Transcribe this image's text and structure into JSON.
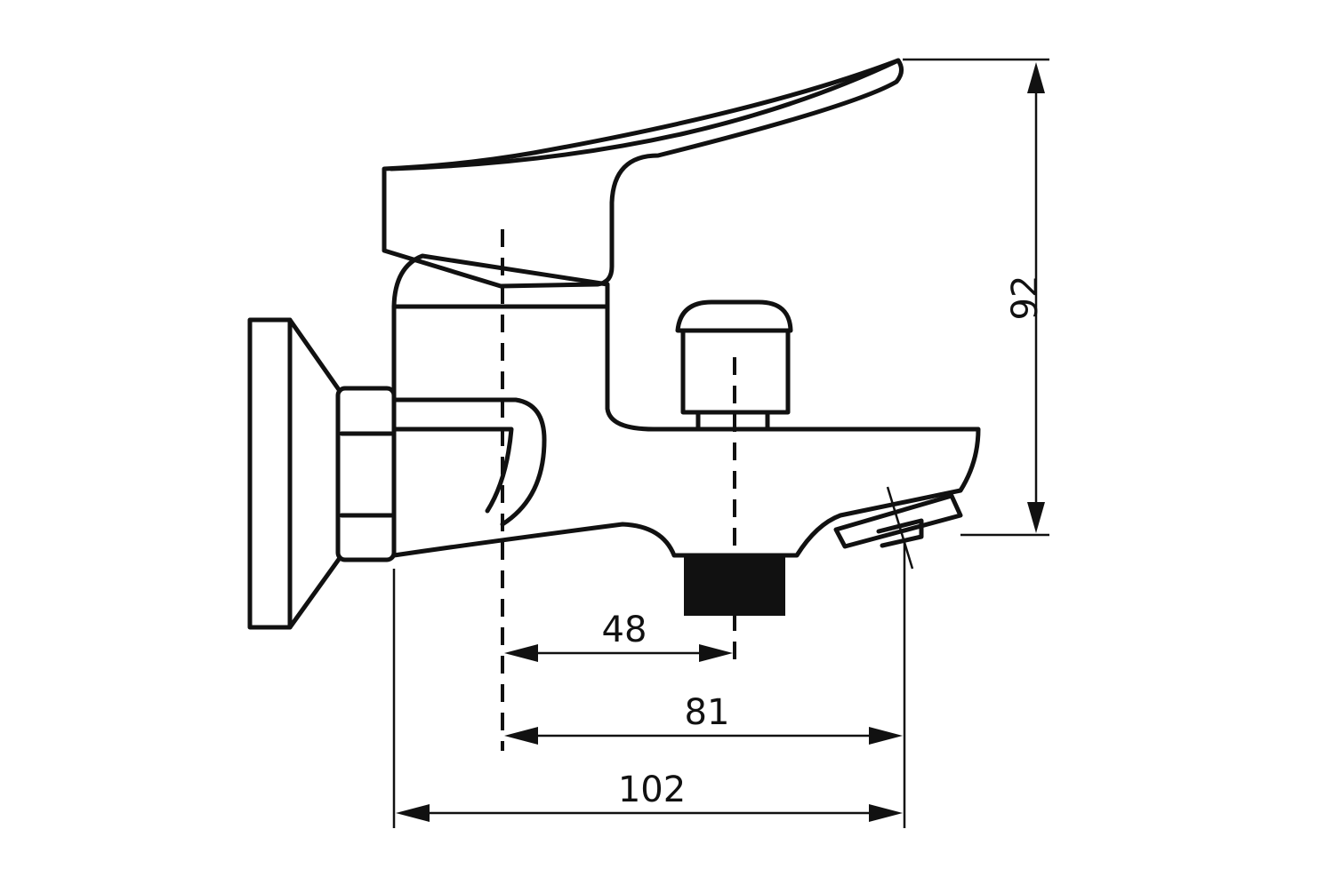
{
  "drawing": {
    "dimensions": [
      {
        "id": "height",
        "value": "92"
      },
      {
        "id": "spout-center",
        "value": "48"
      },
      {
        "id": "spout-outlet",
        "value": "81"
      },
      {
        "id": "overall-depth",
        "value": "102"
      }
    ],
    "colors": {
      "line": "#111111",
      "background": "#ffffff"
    }
  }
}
